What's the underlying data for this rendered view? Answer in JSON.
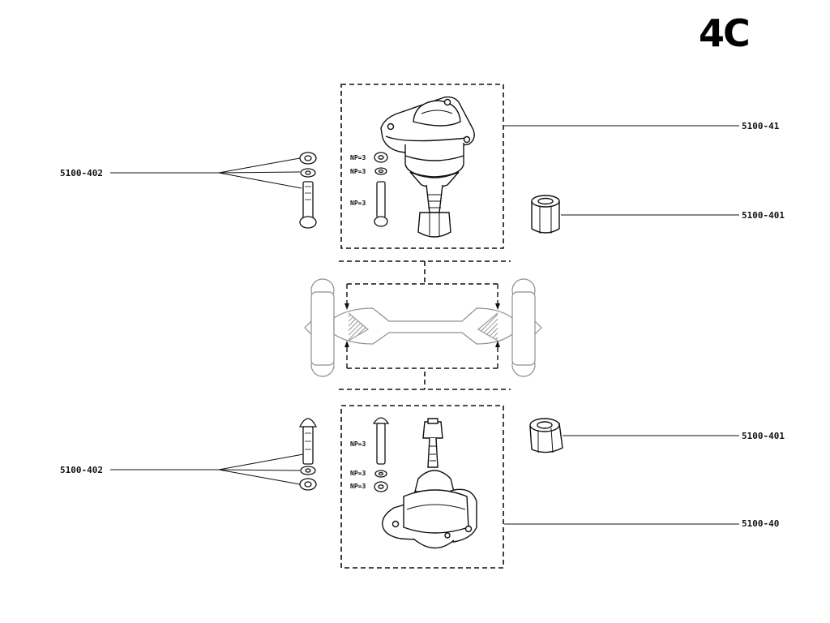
{
  "plate": {
    "code": "4C"
  },
  "upper_assembly": {
    "ball_joint_part": "5100-41",
    "bolt_kit_part": "5100-402",
    "nut_part": "5100-401",
    "qty_nut": "NP=3",
    "qty_washer": "NP=3",
    "qty_bolt": "NP=3"
  },
  "lower_assembly": {
    "ball_joint_part": "5100-40",
    "bolt_kit_part": "5100-402",
    "nut_part": "5100-401",
    "qty_bolt": "NP=3",
    "qty_washer": "NP=3",
    "qty_nut": "NP=3"
  },
  "colors": {
    "ink": "#111111",
    "paper": "#ffffff",
    "faint": "#9a9a9a"
  }
}
